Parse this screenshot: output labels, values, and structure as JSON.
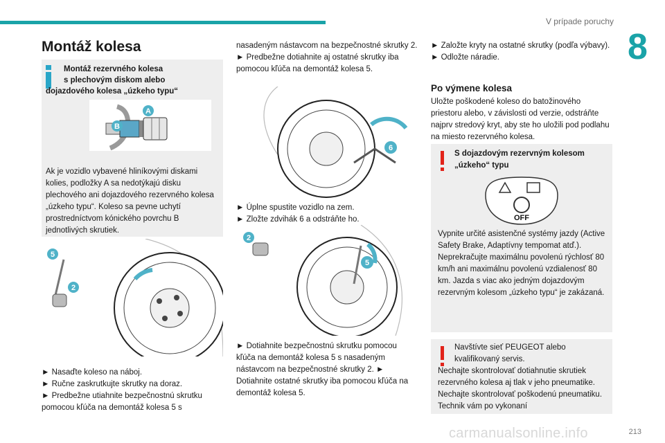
{
  "header": {
    "section_title": "V prípade poruchy",
    "chapter_number": "8",
    "page_number": "213"
  },
  "watermark": "carmanualsonline.info",
  "page_title": "Montáž kolesa",
  "info_box": {
    "title_line1": "Montáž rezervného kolesa",
    "title_line2": "s plechovým diskom alebo",
    "title_line3": "dojazdového kolesa „úzkeho typu“",
    "text": "Ak je vozidlo vybavené hliníkovými diskami kolies, podložky A sa nedotýkajú disku plechového ani dojazdového rezervného kolesa „úzkeho typu“. Koleso sa pevne uchytí prostredníctvom kónického povrchu B jednotlivých skrutiek.",
    "labels": [
      "A",
      "B"
    ]
  },
  "col1_steps": [
    "► Nasaďte koleso na náboj.",
    "► Ručne zaskrutkujte skrutky na doraz.",
    "► Predbežne utiahnite bezpečnostnú skrutku pomocou kľúča na demontáž kolesa 5 s"
  ],
  "col2_top": "nasadeným nástavcom na bezpečnostné skrutky 2.",
  "col2_step1": "► Predbežne dotiahnite aj ostatné skrutky iba pomocou kľúča na demontáž kolesa 5.",
  "col2_steps_mid": [
    "► Úplne spustite vozidlo na zem.",
    "► Zložte zdvihák 6 a odstráňte ho."
  ],
  "col2_steps_bottom": "► Dotiahnite bezpečnostnú skrutku pomocou kľúča na demontáž kolesa 5 s nasadeným nástavcom na bezpečnostné skrutky 2. ► Dotiahnite ostatné skrutky iba pomocou kľúča na demontáž kolesa 5.",
  "image_badges": {
    "img1": [
      "5",
      "2"
    ],
    "img2": [
      "6"
    ],
    "img3": [
      "2",
      "5"
    ]
  },
  "col3_steps": [
    "► Založte kryty na ostatné skrutky (podľa výbavy).",
    "► Odložte náradie."
  ],
  "after_change": {
    "heading": "Po výmene kolesa",
    "text": "Uložte poškodené koleso do batožinového priestoru alebo, v závislosti od verzie, odstráňte najprv stredový kryt, aby ste ho uložili pod podlahu na miesto rezervného kolesa."
  },
  "warning1": {
    "title": "S dojazdovým rezervným kolesom „úzkeho“ typu",
    "sticker_label": "OFF",
    "text": "Vypnite určité asistenčné systémy jazdy (Active Safety Brake, Adaptívny tempomat atď.). Neprekračujte maximálnu povolenú rýchlosť 80 km/h ani maximálnu povolenú vzdialenosť 80 km. Jazda s viac ako jedným dojazdovým rezervným kolesom „úzkeho typu“ je zakázaná."
  },
  "warning2": {
    "title": "Navštívte sieť PEUGEOT alebo kvalifikovaný servis.",
    "text": "Nechajte skontrolovať dotiahnutie skrutiek rezervného kolesa aj tlak v jeho pneumatike. Nechajte skontrolovať poškodenú pneumatiku. Technik vám po vykonaní"
  },
  "colors": {
    "accent": "#1aa3a8",
    "badge": "#4fb2c8",
    "warning": "#e2231a",
    "box_bg": "#eeeeee"
  }
}
